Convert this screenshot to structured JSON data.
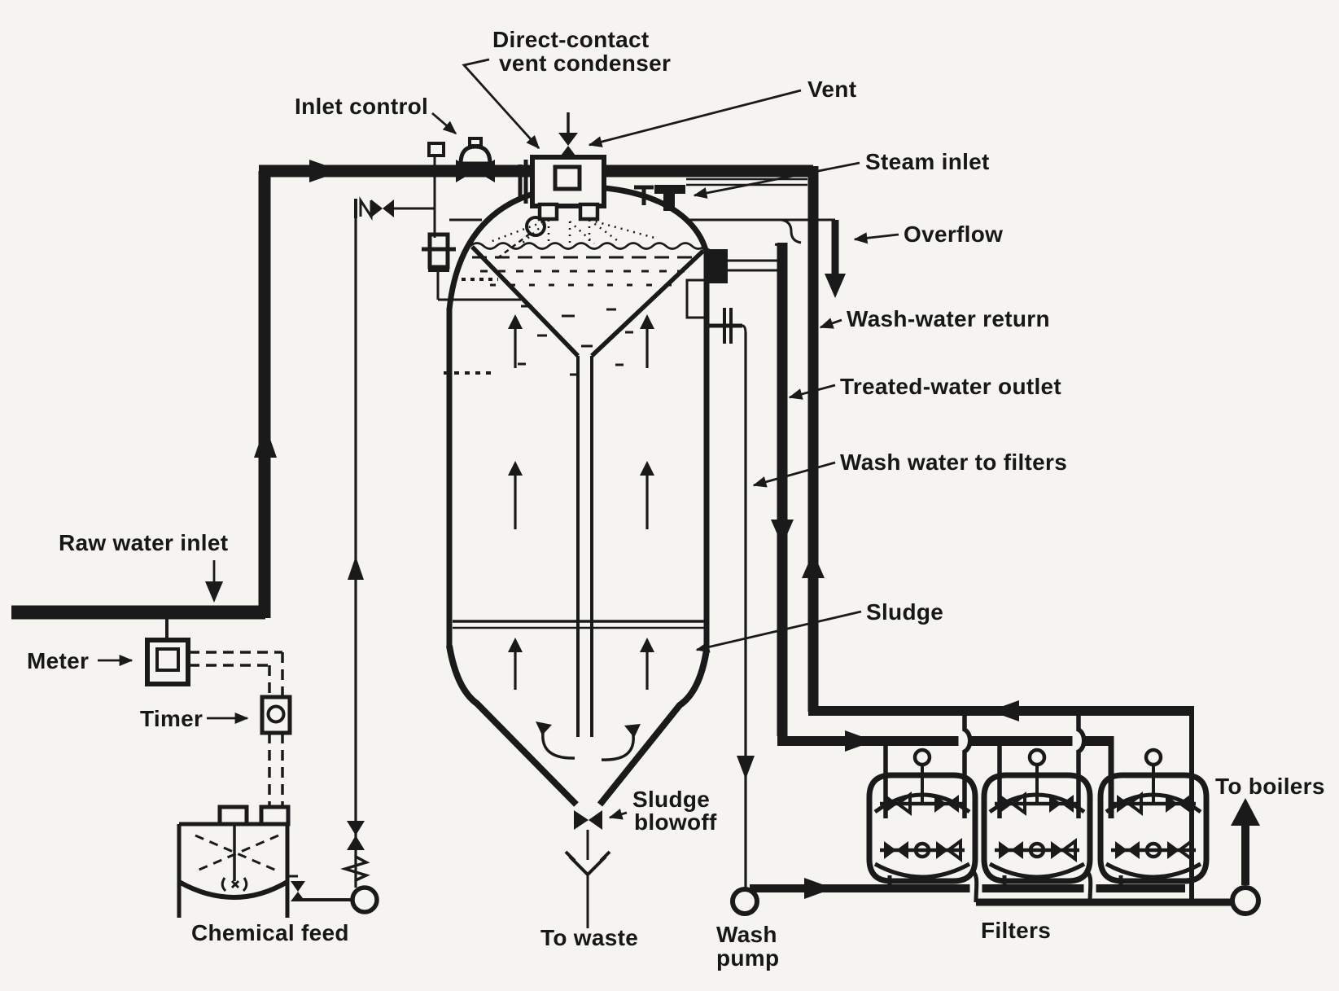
{
  "diagram": {
    "kind": "process-flow-diagram",
    "colors": {
      "ink": "#1a1a1a",
      "paper": "#f5f4f1"
    },
    "labels": {
      "vent_condenser_line1": "Direct-contact",
      "vent_condenser_line2": "vent condenser",
      "inlet_control": "Inlet control",
      "vent": "Vent",
      "steam_inlet": "Steam inlet",
      "overflow": "Overflow",
      "wash_water_return": "Wash-water return",
      "treated_water_outlet": "Treated-water outlet",
      "wash_water_to_filters": "Wash water to filters",
      "sludge": "Sludge",
      "raw_water_inlet": "Raw water inlet",
      "meter": "Meter",
      "timer": "Timer",
      "chemical_feed": "Chemical feed",
      "sludge_blowoff_line1": "Sludge",
      "sludge_blowoff_line2": "blowoff",
      "to_waste": "To waste",
      "wash_pump_line1": "Wash",
      "wash_pump_line2": "pump",
      "filters": "Filters",
      "to_boilers": "To boilers"
    }
  }
}
